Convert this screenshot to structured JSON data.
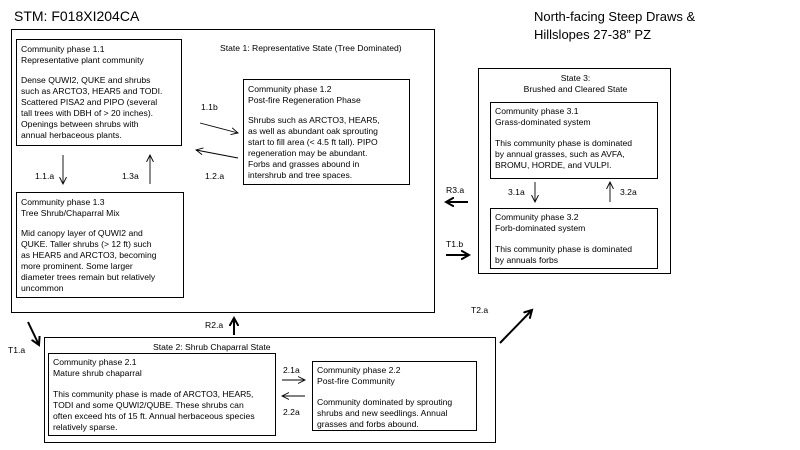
{
  "header": {
    "stm_title": "STM: F018XI204CA",
    "site_title": "North-facing Steep Draws &\nHillslopes  27-38” PZ"
  },
  "state1": {
    "title": "State 1: Representative State (Tree Dominated)",
    "phase_1_1": {
      "title": "Community phase 1.1\nRepresentative plant community",
      "body": "Dense QUWI2, QUKE and shrubs\nsuch as ARCTO3, HEAR5 and TODI.\nScattered PISA2 and  PIPO (several\ntall trees with DBH of > 20 inches).\nOpenings between shrubs with\nannual herbaceous plants."
    },
    "phase_1_2": {
      "title": "Community phase 1.2\nPost-fire Regeneration  Phase",
      "body": "Shrubs such as ARCTO3, HEAR5,\nas well as abundant oak sprouting\nstart to fill area (< 4.5 ft tall).  PIPO\nregeneration may be abundant.\nForbs and grasses abound in\nintershrub and tree spaces."
    },
    "phase_1_3": {
      "title": "Community phase 1.3\nTree Shrub/Chaparral Mix",
      "body": "Mid canopy layer of QUWI2 and\nQUKE. Taller shrubs (> 12 ft)  such\nas HEAR5 and ARCTO3, becoming\nmore prominent.  Some larger\ndiameter trees remain but relatively\nuncommon"
    }
  },
  "state2": {
    "title": "State 2: Shrub Chaparral State",
    "phase_2_1": {
      "title": "Community phase 2.1\nMature shrub chaparral",
      "body": "This community phase is made of ARCTO3, HEAR5,\nTODI and some QUWI2/QUBE.  These shrubs can\noften exceed hts of 15 ft. Annual herbaceous species\nrelatively sparse."
    },
    "phase_2_2": {
      "title": "Community phase 2.2\nPost-fire Community",
      "body": "Community dominated by sprouting\nshrubs and new seedlings.  Annual\ngrasses and forbs abound."
    }
  },
  "state3": {
    "title": "State 3:\nBrushed and Cleared State",
    "phase_3_1": {
      "title": "Community phase 3.1\nGrass-dominated system",
      "body": "This community phase is dominated\nby annual grasses, such as AVFA,\nBROMU, HORDE, and VULPI."
    },
    "phase_3_2": {
      "title": "Community phase 3.2\nForb-dominated system",
      "body": "This community phase is dominated\nby annuals forbs"
    }
  },
  "transitions": {
    "t_1_1b": "1.1b",
    "t_1_2a": "1.2.a",
    "t_1_1a": "1.1.a",
    "t_1_3a": "1.3a",
    "t_R3a": "R3.a",
    "t_T1b": "T1.b",
    "t_T2a": "T2.a",
    "t_R2a": "R2.a",
    "t_T1a": "T1.a",
    "t_2_1a": "2.1a",
    "t_2_2a": "2.2a",
    "t_3_1a": "3.1a",
    "t_3_2a": "3.2a"
  }
}
